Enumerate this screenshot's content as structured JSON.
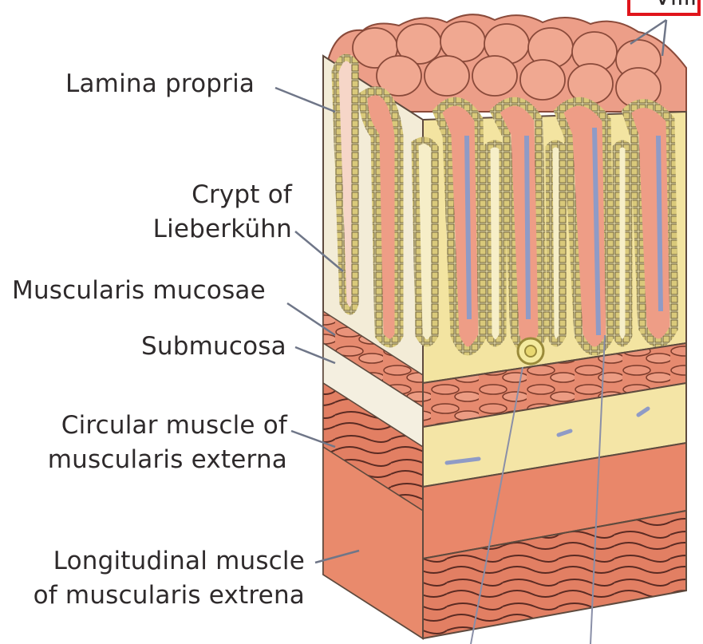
{
  "labels": {
    "villi": "Villi",
    "lamina_propria": "Lamina propria",
    "crypt_line1": "Crypt of",
    "crypt_line2": "Lieberkühn",
    "muscularis_mucosae": "Muscularis mucosae",
    "submucosa": "Submucosa",
    "circular_line1": "Circular muscle of",
    "circular_line2": "muscularis externa",
    "longitudinal_line1": "Longitudinal muscle",
    "longitudinal_line2": "of muscularis extrena"
  },
  "colors": {
    "villus_fill": "#ee9a84",
    "epithelium": "#d8c879",
    "lamina_fill": "#f3e6a8",
    "muscle_fill": "#e9896d",
    "submucosa_fill": "#f4e7ae",
    "highlight_box": "#e0151c",
    "leader_line": "#6f7688"
  }
}
